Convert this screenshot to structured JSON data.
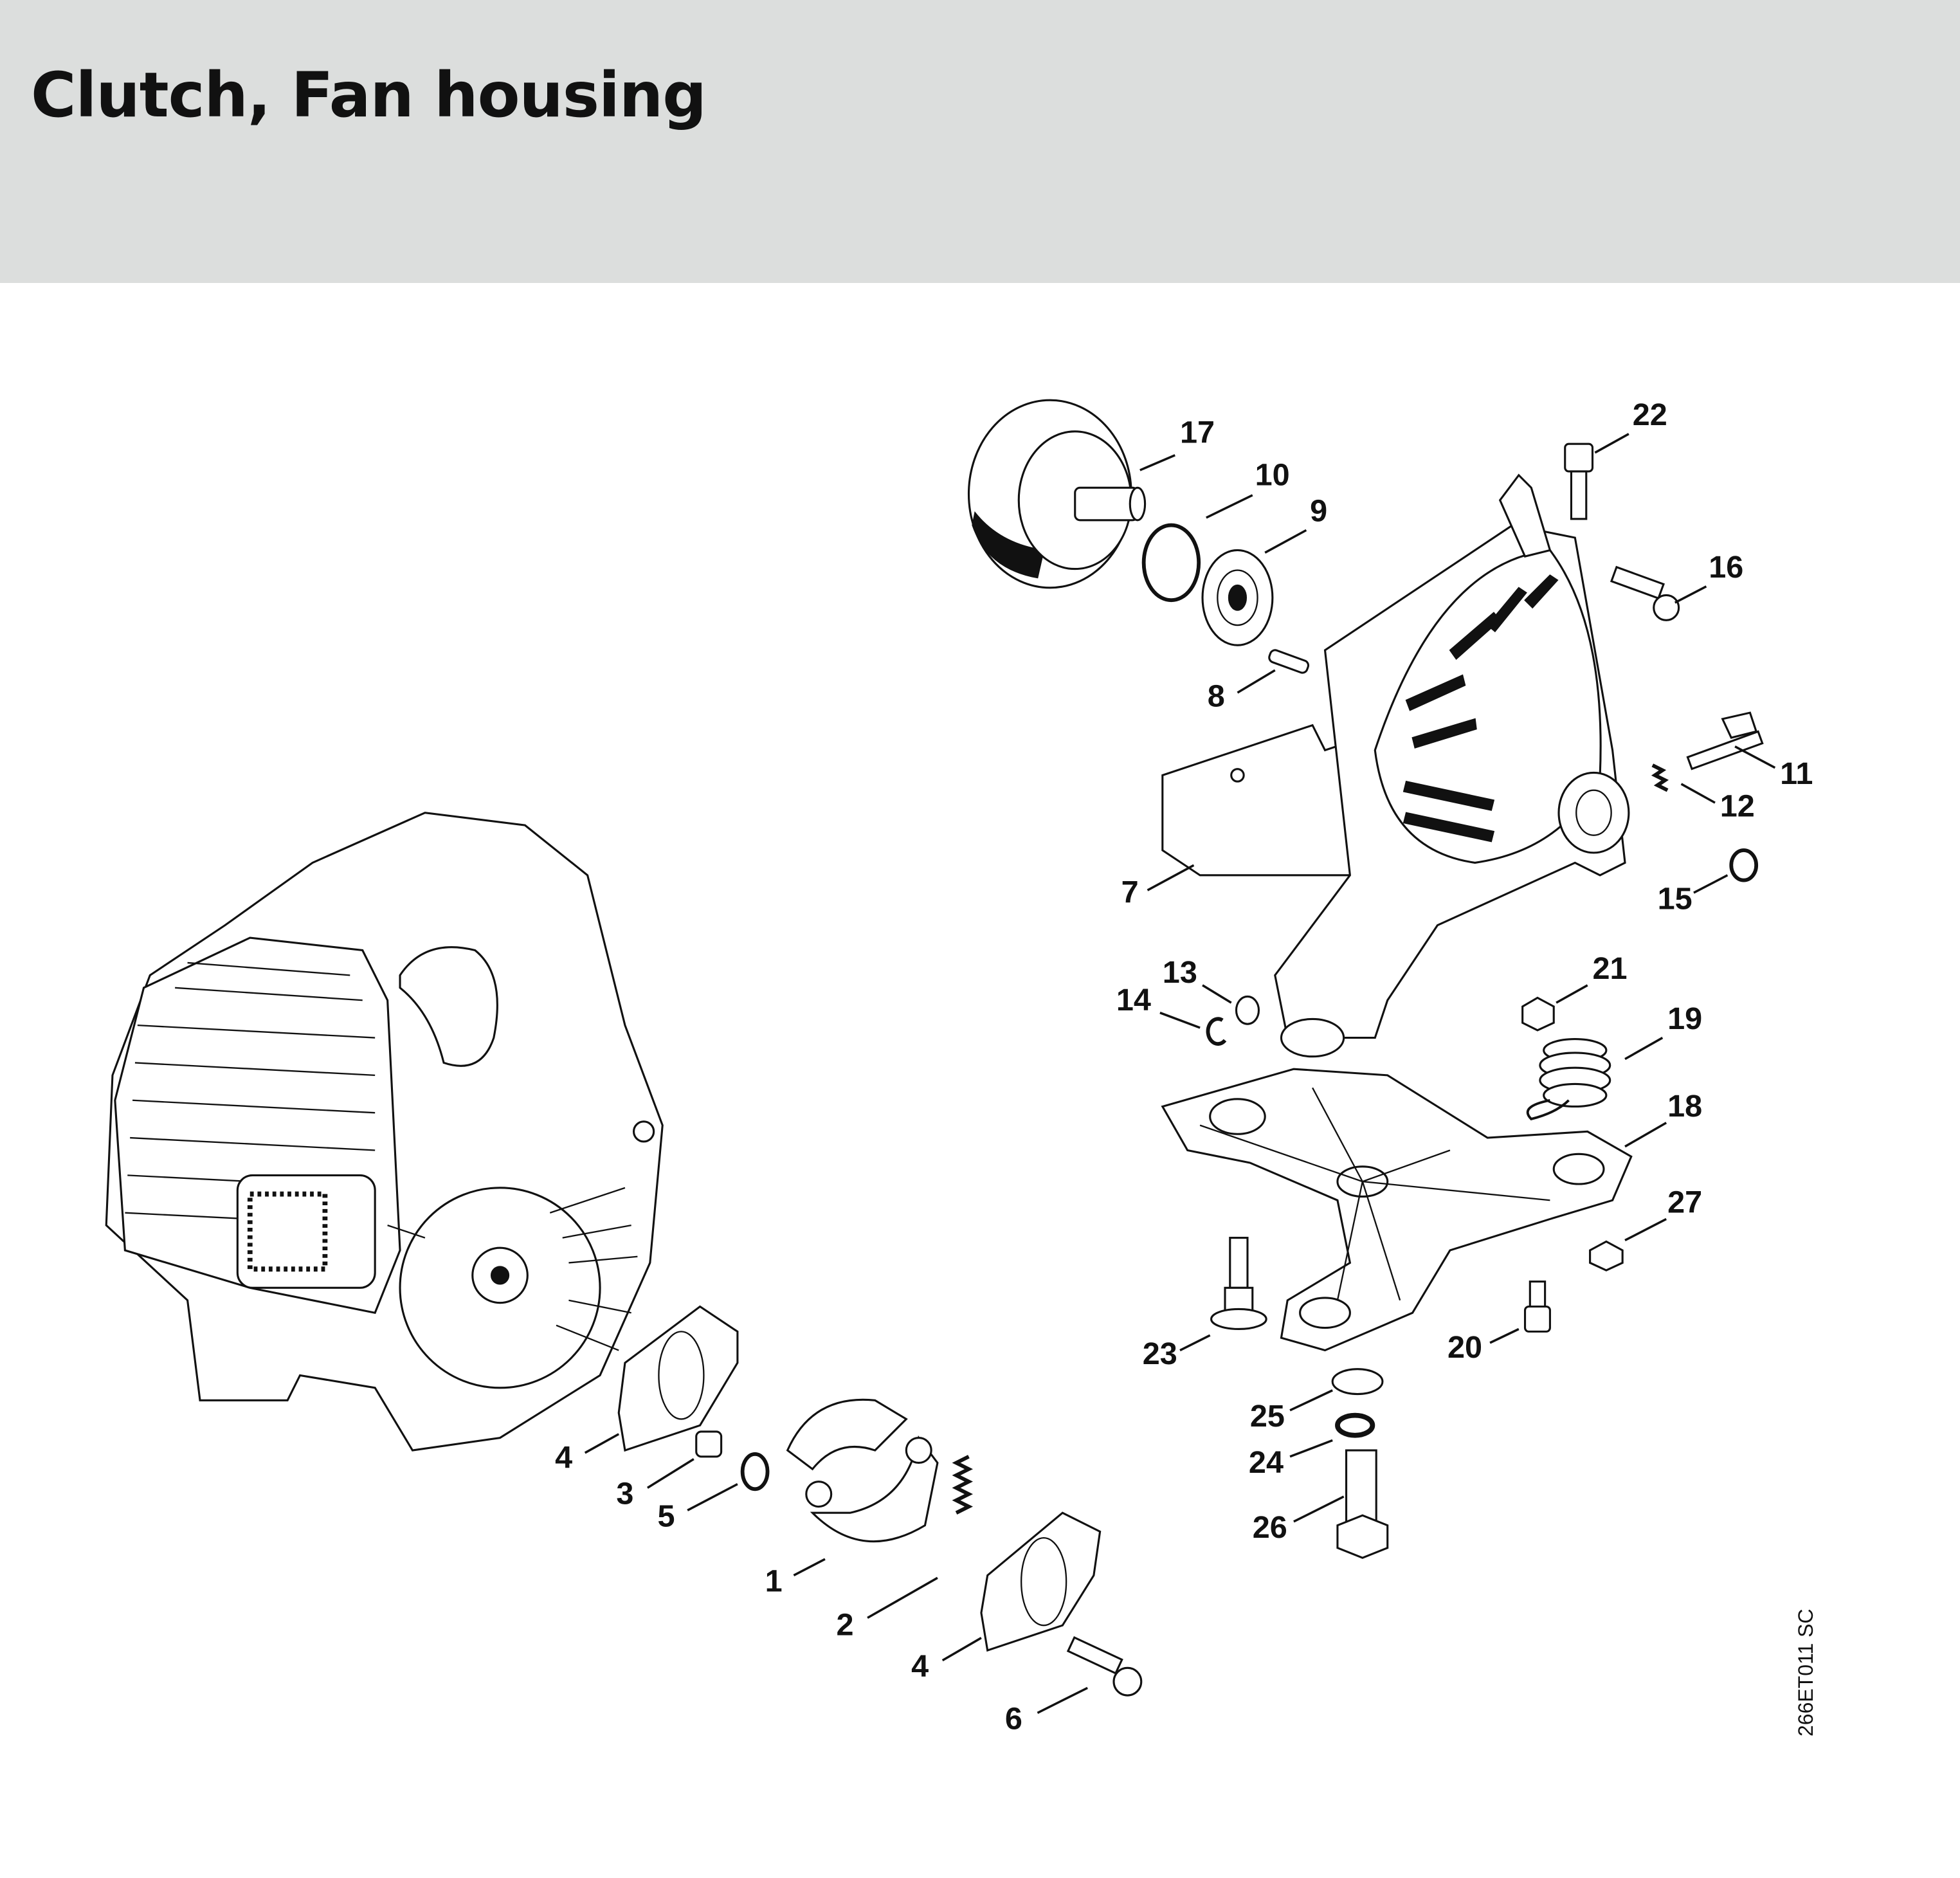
{
  "title": "Clutch, Fan housing",
  "reference_code": "266ET011 SC",
  "callouts": [
    "17",
    "10",
    "9",
    "22",
    "16",
    "8",
    "11",
    "12",
    "7",
    "15",
    "13",
    "14",
    "21",
    "19",
    "18",
    "27",
    "23",
    "20",
    "25",
    "24",
    "26",
    "4",
    "3",
    "5",
    "1",
    "2",
    "4",
    "6"
  ]
}
